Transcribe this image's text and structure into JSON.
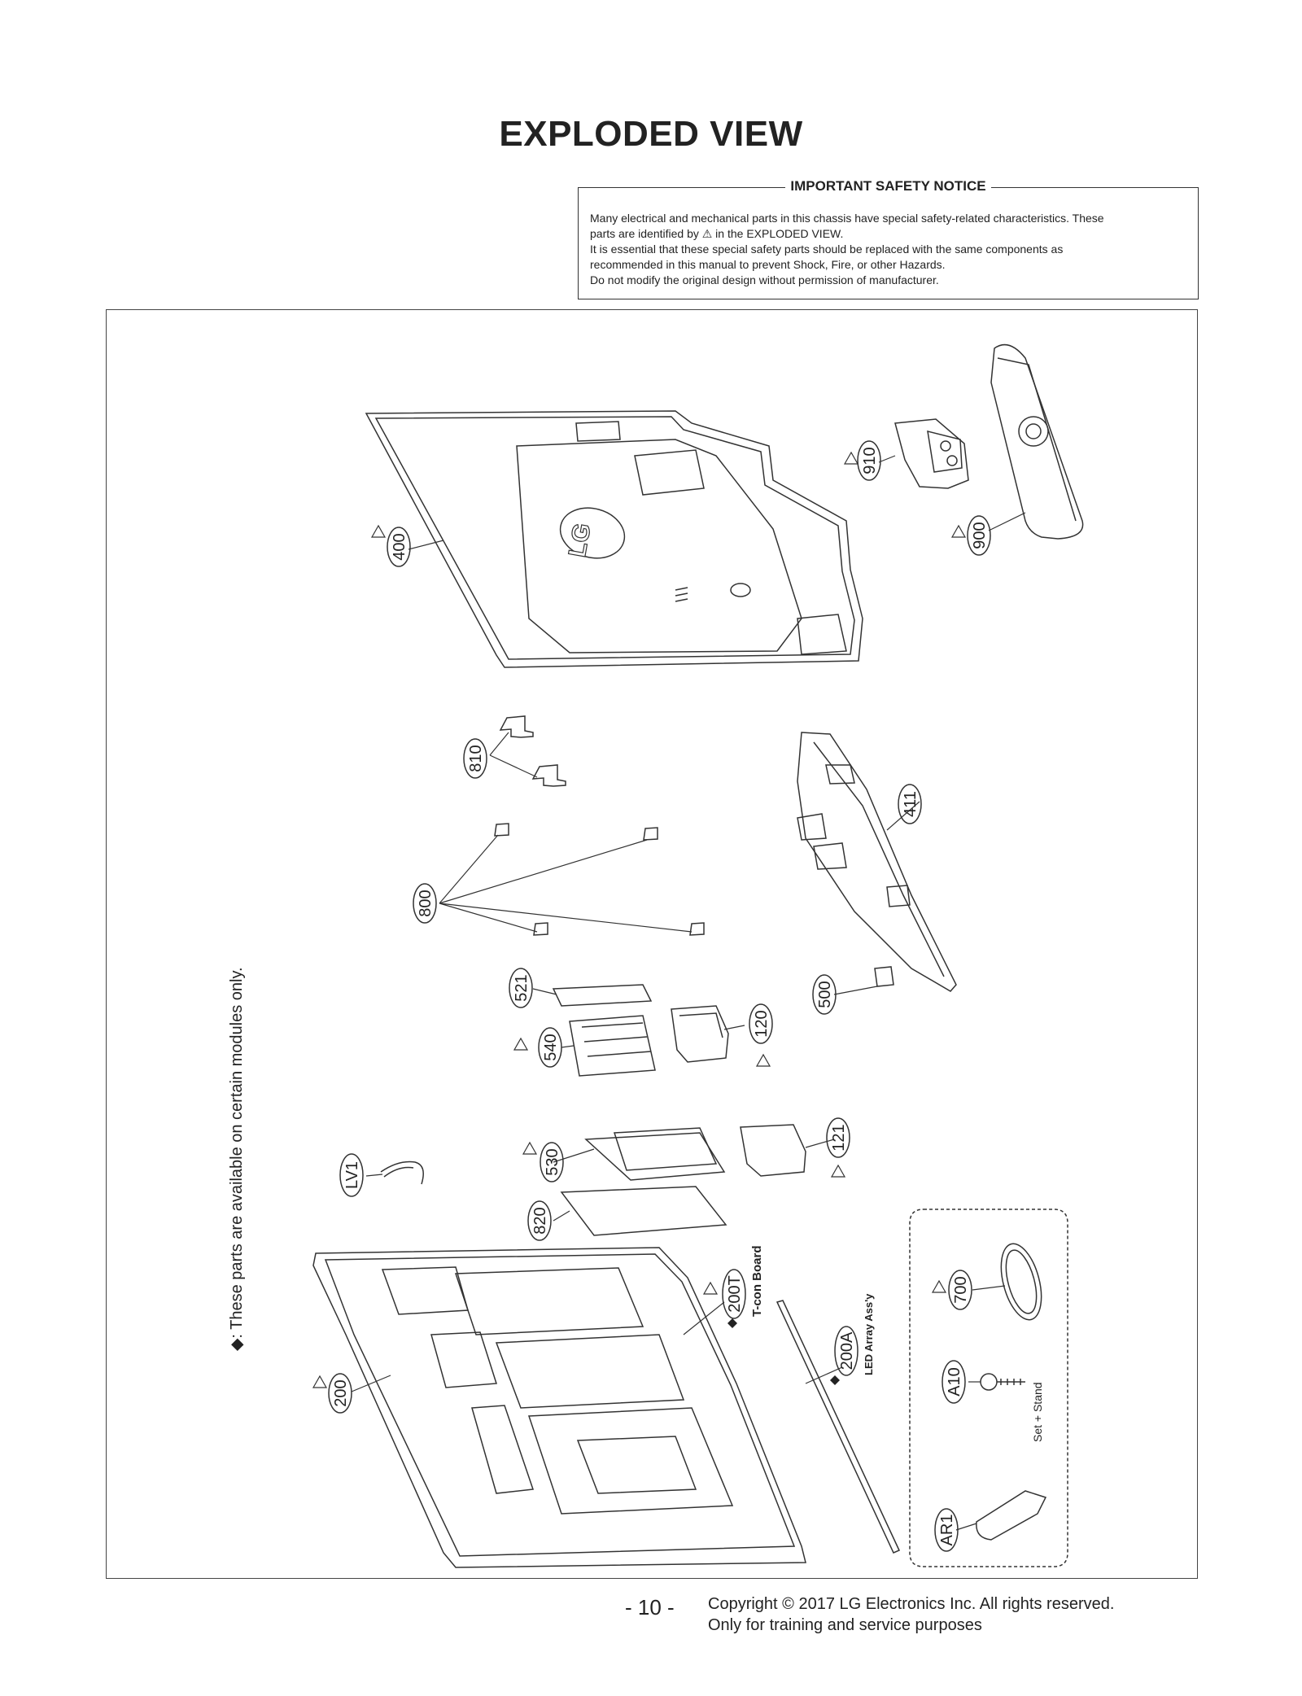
{
  "page": {
    "title": "EXPLODED VIEW",
    "page_number": "- 10 -",
    "copyright_line1": "Copyright © 2017 LG Electronics Inc. All rights reserved.",
    "copyright_line2": "Only for training and service purposes"
  },
  "notice": {
    "heading": "IMPORTANT SAFETY NOTICE",
    "line1": "Many electrical and mechanical parts in this chassis have special safety-related characteristics. These",
    "line2": "parts are identified by ⚠ in the EXPLODED VIEW.",
    "line3": "It is essential that these special safety parts should be replaced with the same components as",
    "line4": "recommended in this manual to prevent Shock, Fire, or other Hazards.",
    "line5": "Do not modify the original design without permission of manufacturer."
  },
  "side_note": "◆: These parts are available on certain modules only.",
  "parts": {
    "p400": "400",
    "p910": "910",
    "p900": "900",
    "p810": "810",
    "p411": "411",
    "p800": "800",
    "p521": "521",
    "p500": "500",
    "p540": "540",
    "p120": "120",
    "pLV1": "LV1",
    "p530": "530",
    "p121": "121",
    "p820": "820",
    "p200T": "200T",
    "p700": "700",
    "p200A": "200A",
    "pA10": "A10",
    "p200": "200",
    "pAR1": "AR1"
  },
  "labels": {
    "tcon": "T-con Board",
    "led": "LED Array Ass'y",
    "set_stand": "Set + Stand",
    "logo": "LG"
  },
  "colors": {
    "line": "#333333",
    "frame": "#444444"
  }
}
